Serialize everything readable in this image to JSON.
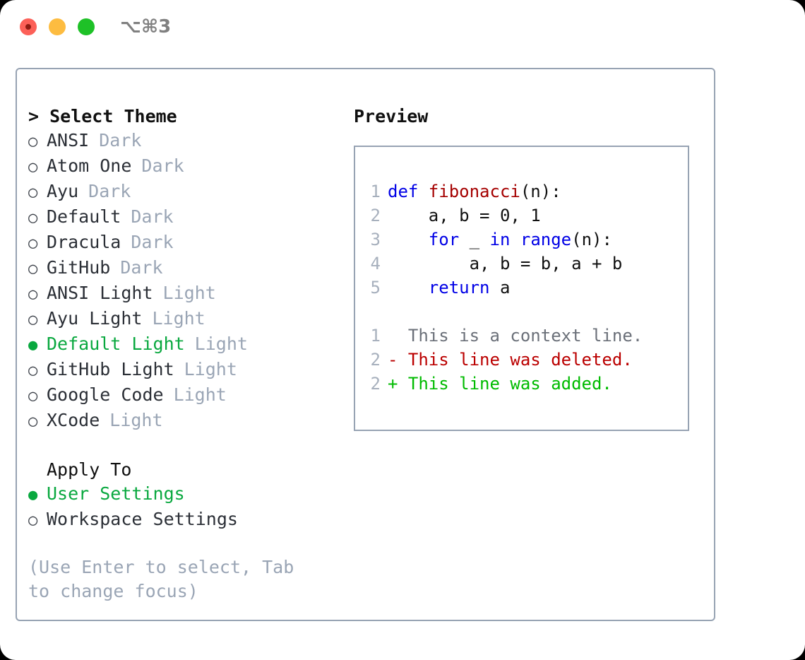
{
  "titlebar": {
    "shortcut": "⌥⌘3",
    "buttons": [
      "close",
      "minimize",
      "zoom"
    ]
  },
  "colors": {
    "selected_green": "#09a83f",
    "muted_gray": "#9aa5b5",
    "border": "#97a3b3",
    "keyword_blue": "#0000e6",
    "function_red": "#a50000",
    "diff_added": "#00bb00",
    "diff_deleted": "#bb0000",
    "line_number": "#a7b0bd"
  },
  "theme_section": {
    "header": "> Select Theme",
    "items": [
      {
        "bullet": "○",
        "name": "ANSI",
        "tag": "Dark",
        "selected": false
      },
      {
        "bullet": "○",
        "name": "Atom One",
        "tag": "Dark",
        "selected": false
      },
      {
        "bullet": "○",
        "name": "Ayu",
        "tag": "Dark",
        "selected": false
      },
      {
        "bullet": "○",
        "name": "Default",
        "tag": "Dark",
        "selected": false
      },
      {
        "bullet": "○",
        "name": "Dracula",
        "tag": "Dark",
        "selected": false
      },
      {
        "bullet": "○",
        "name": "GitHub",
        "tag": "Dark",
        "selected": false
      },
      {
        "bullet": "○",
        "name": "ANSI Light",
        "tag": "Light",
        "selected": false
      },
      {
        "bullet": "○",
        "name": "Ayu Light",
        "tag": "Light",
        "selected": false
      },
      {
        "bullet": "●",
        "name": "Default Light",
        "tag": "Light",
        "selected": true
      },
      {
        "bullet": "○",
        "name": "GitHub Light",
        "tag": "Light",
        "selected": false
      },
      {
        "bullet": "○",
        "name": "Google Code",
        "tag": "Light",
        "selected": false
      },
      {
        "bullet": "○",
        "name": "XCode",
        "tag": "Light",
        "selected": false
      }
    ]
  },
  "apply_section": {
    "header": "Apply To",
    "items": [
      {
        "bullet": "●",
        "name": "User Settings",
        "selected": true
      },
      {
        "bullet": "○",
        "name": "Workspace Settings",
        "selected": false
      }
    ]
  },
  "hint": "(Use Enter to select, Tab to change focus)",
  "preview": {
    "title": "Preview",
    "code": [
      {
        "num": "1",
        "parts": [
          {
            "t": "def ",
            "c": "kw"
          },
          {
            "t": "fibonacci",
            "c": "fn"
          },
          {
            "t": "(n):",
            "c": "ctext"
          }
        ]
      },
      {
        "num": "2",
        "parts": [
          {
            "t": "    a, b = 0, 1",
            "c": "ctext"
          }
        ]
      },
      {
        "num": "3",
        "parts": [
          {
            "t": "    ",
            "c": "ctext"
          },
          {
            "t": "for",
            "c": "kw"
          },
          {
            "t": " _ ",
            "c": "ctext"
          },
          {
            "t": "in",
            "c": "kw"
          },
          {
            "t": " ",
            "c": "ctext"
          },
          {
            "t": "range",
            "c": "kw"
          },
          {
            "t": "(n):",
            "c": "ctext"
          }
        ]
      },
      {
        "num": "4",
        "parts": [
          {
            "t": "        a, b = b, a + b",
            "c": "ctext"
          }
        ]
      },
      {
        "num": "5",
        "parts": [
          {
            "t": "    ",
            "c": "ctext"
          },
          {
            "t": "return",
            "c": "kw"
          },
          {
            "t": " a",
            "c": "ctext"
          }
        ]
      }
    ],
    "diff": [
      {
        "num": "1",
        "text": "  This is a context line.",
        "kind": "diff-ctx"
      },
      {
        "num": "2",
        "text": "- This line was deleted.",
        "kind": "diff-del"
      },
      {
        "num": "2",
        "text": "+ This line was added.",
        "kind": "diff-add"
      }
    ]
  }
}
